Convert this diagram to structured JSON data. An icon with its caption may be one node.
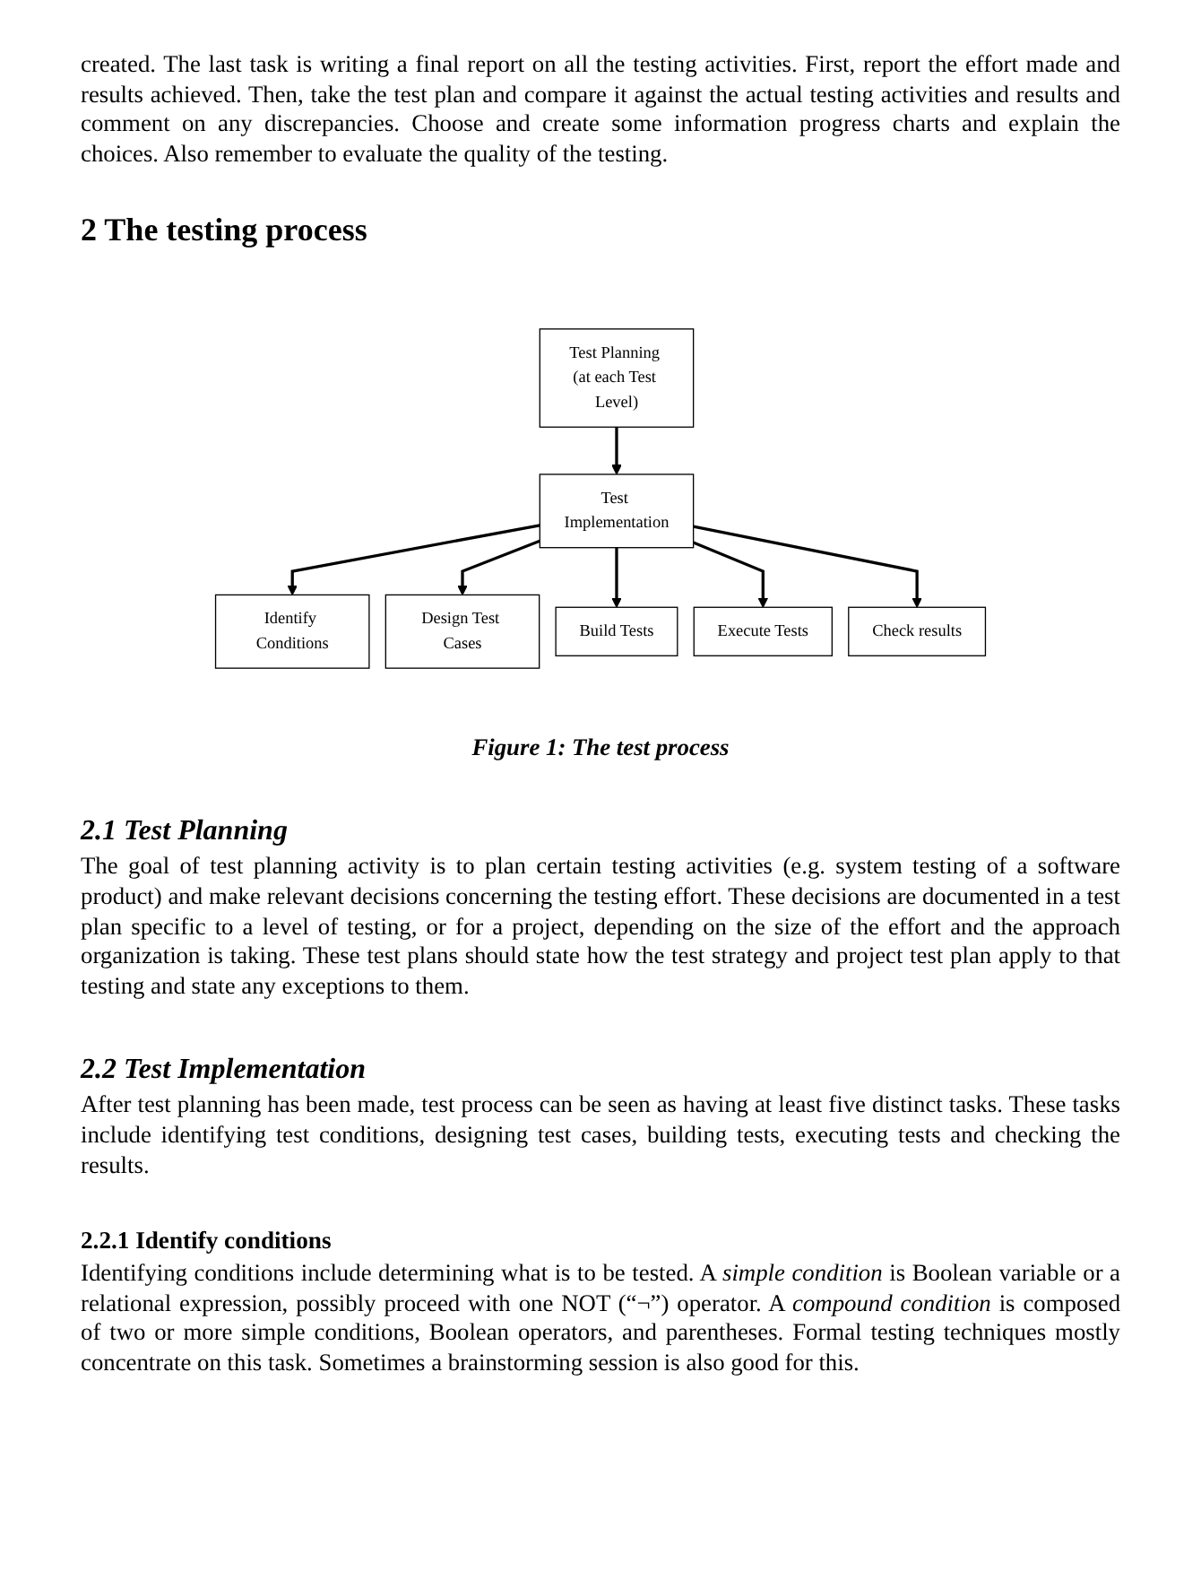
{
  "diagram": {
    "caption": "Figure 1: The test process",
    "nodes": [
      {
        "text": [
          "Test Planning (at each Test Level)"
        ]
      },
      {
        "text": [
          "Test Implementation"
        ]
      },
      {
        "text": [
          "Identify Conditions"
        ]
      },
      {
        "text": [
          "Design Test Cases"
        ]
      },
      {
        "text": [
          "Build Tests"
        ]
      },
      {
        "text": [
          "Execute Tests"
        ]
      },
      {
        "text": [
          "Check results"
        ]
      }
    ],
    "edges": [
      {
        "from": 0,
        "to": 1,
        "arrow": "to"
      },
      {
        "from": 1,
        "to": 2,
        "arrow": "to"
      },
      {
        "from": 1,
        "to": 3,
        "arrow": "to"
      },
      {
        "from": 1,
        "to": 4,
        "arrow": "to"
      },
      {
        "from": 1,
        "to": 5,
        "arrow": "to"
      },
      {
        "from": 1,
        "to": 6,
        "arrow": "to"
      }
    ],
    "labels": [
      "created. The last task is writing a final report on all the testing activities. First, report the effort made and results achieved. Then, take the test plan and compare it against the actual testing activities and results and comment on any discrepancies. Choose and create some information progress charts and explain the choices. Also remember to evaluate the quality of the testing.",
      "2 The testing process",
      "2.1 Test Planning",
      "The goal of test planning activity is to plan certain testing activities (e.g. system testing of a software product) and make relevant decisions concerning the testing effort. These decisions are documented in a test plan specific to a level of testing, or for a project, depending on the size of the effort and the approach organization is taking. These test plans should state how the test strategy and project test plan apply to that testing and state any exceptions to them.",
      "2.2 Test Implementation",
      "After test planning has been made, test process can be seen as having at least five distinct tasks. These tasks include identifying test conditions, designing test cases, building tests, executing tests and checking the results.",
      "2.2.1 Identify conditions",
      "Identifying conditions include determining what is to be tested.  A *simple condition* is Boolean variable or a relational expression, possibly proceed with one NOT (“¬”) operator. A *compound condition* is composed of two or more simple conditions, Boolean operators, and parentheses. Formal testing techniques mostly concentrate on this task. Sometimes a brainstorming session is also good for this."
    ]
  }
}
